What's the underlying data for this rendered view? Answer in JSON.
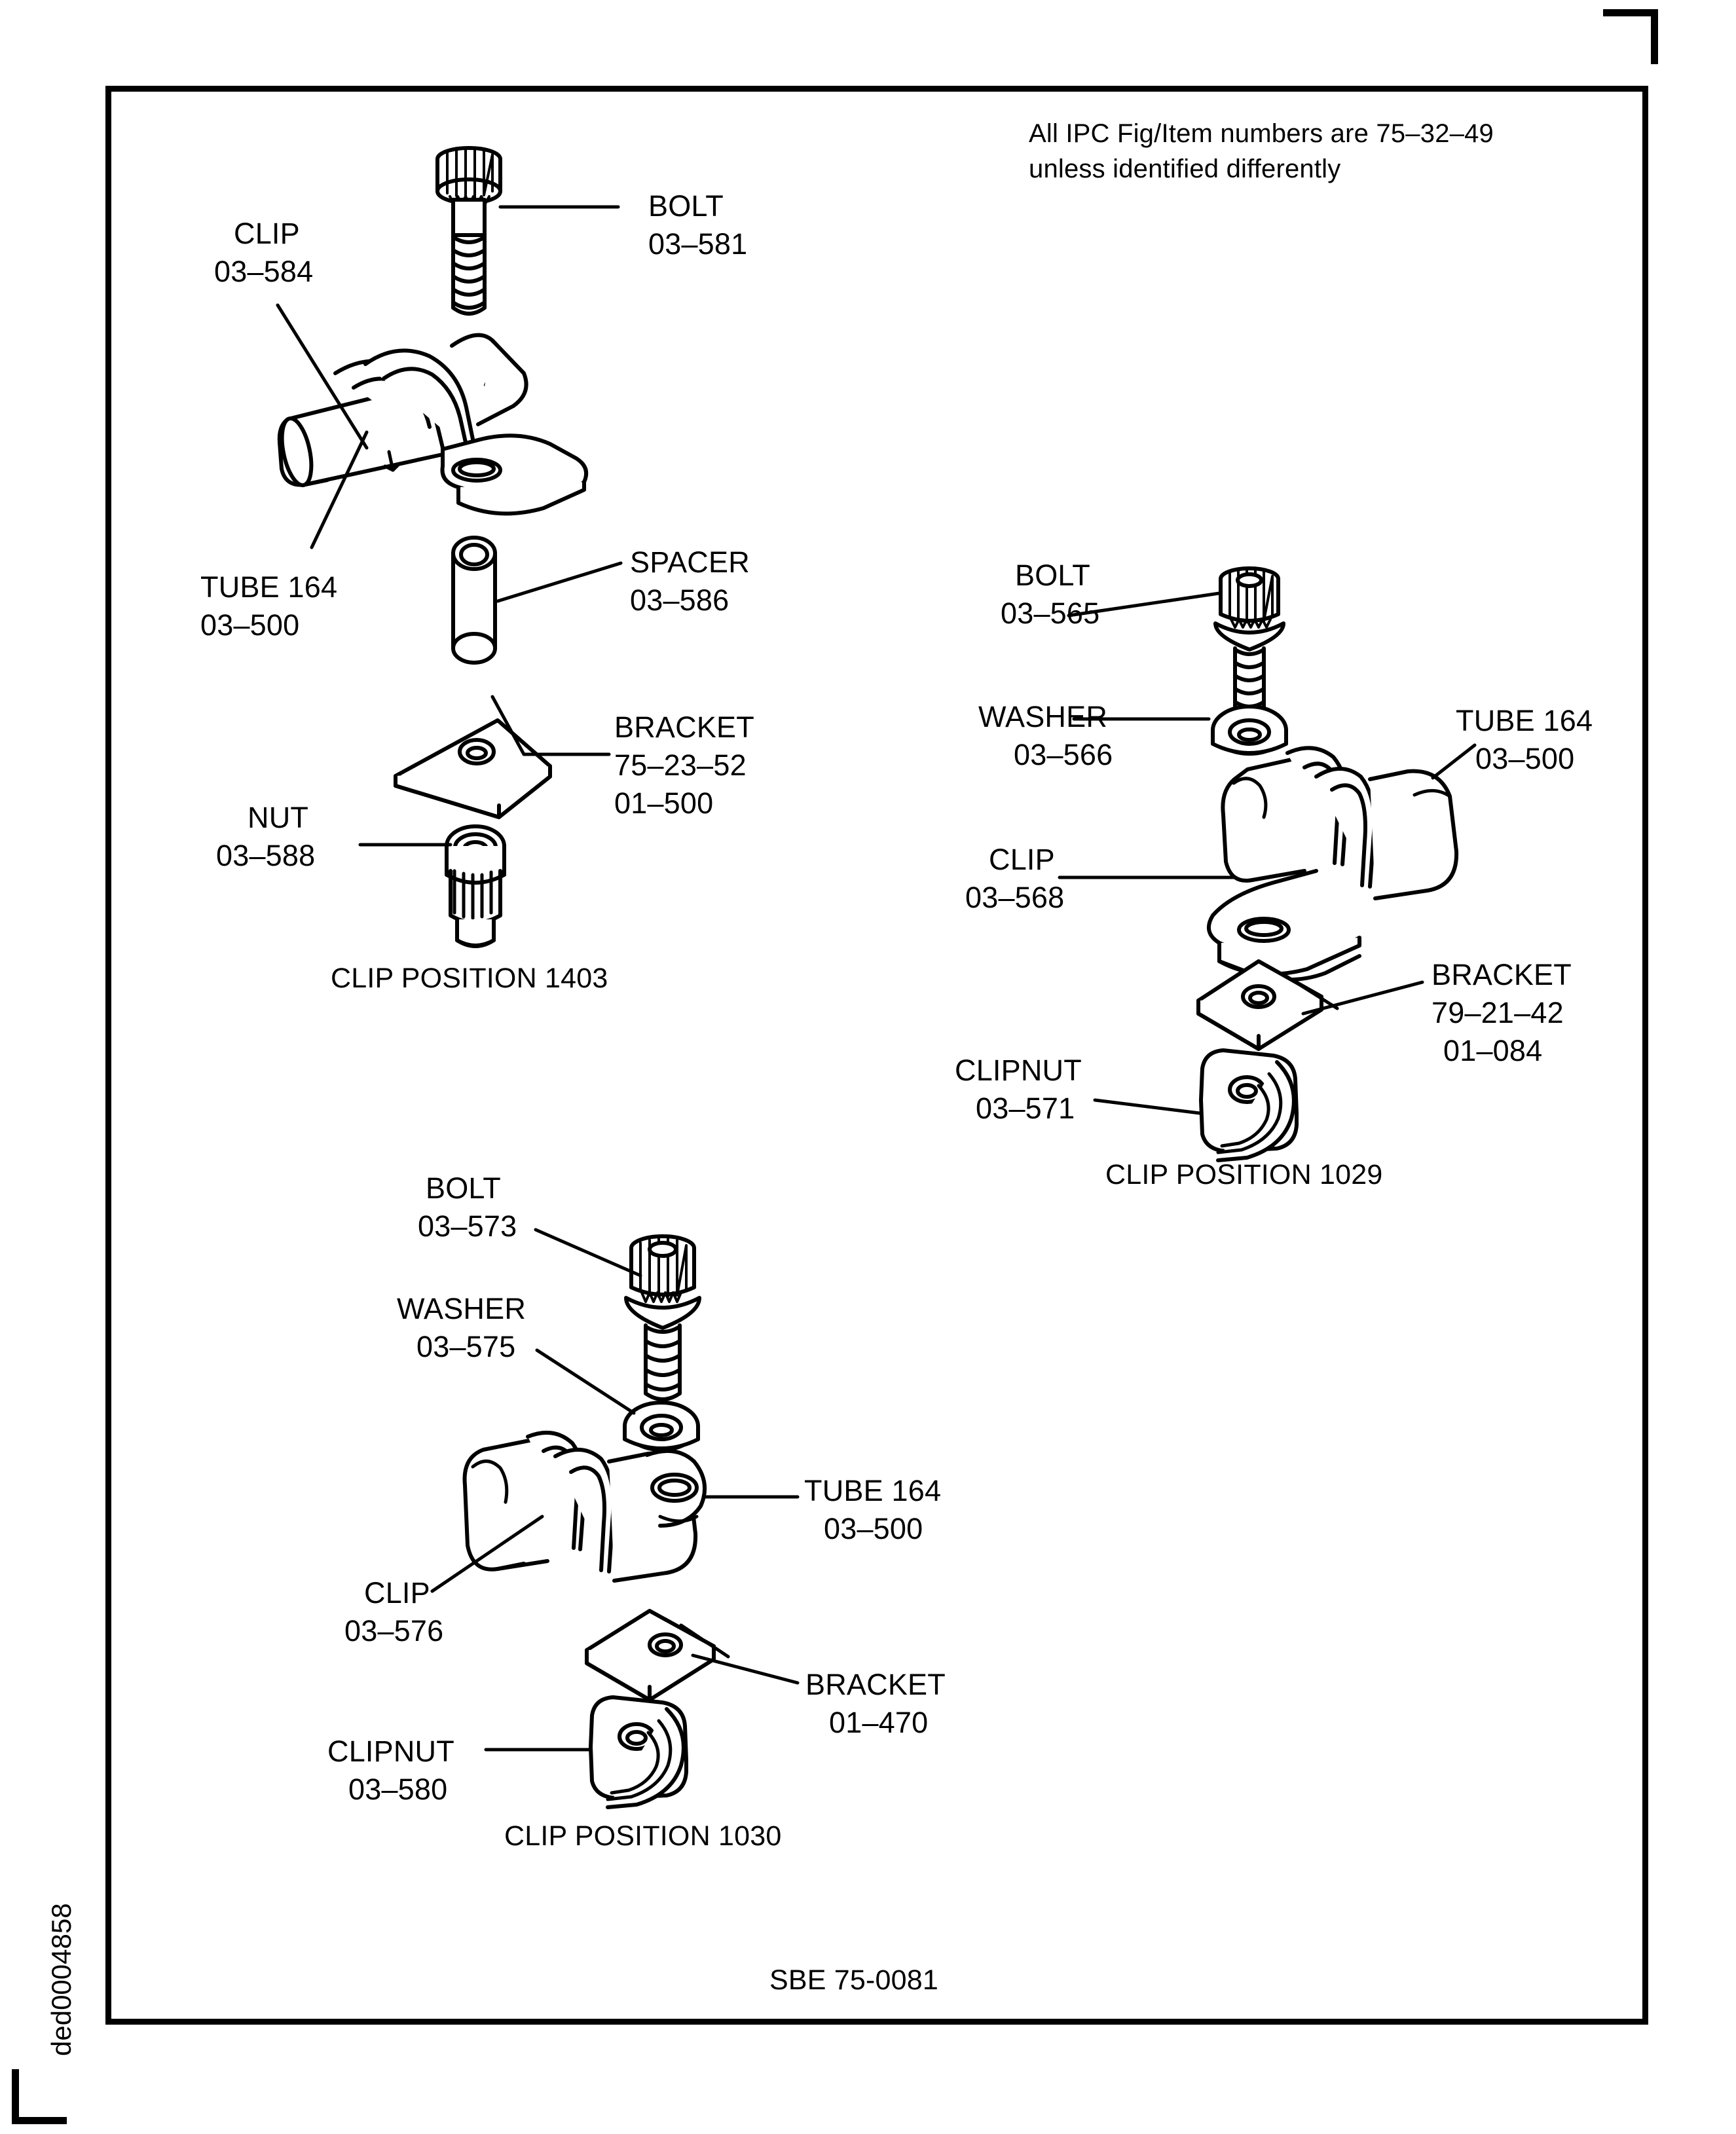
{
  "page": {
    "sheet_code": "ded0004858",
    "footer_code": "SBE 75-0081",
    "note_line1": "All IPC Fig/Item numbers are 75–32–49",
    "note_line2": "unless identified differently",
    "ink_color": "#000000",
    "paper_color": "#ffffff"
  },
  "assemblies": [
    {
      "id": "clip-position-1403",
      "caption": "CLIP POSITION 1403",
      "parts": [
        {
          "name": "BOLT",
          "line1": "BOLT",
          "line2": "03–581",
          "line3": ""
        },
        {
          "name": "CLIP",
          "line1": "CLIP",
          "line2": "03–584",
          "line3": ""
        },
        {
          "name": "TUBE",
          "line1": "TUBE 164",
          "line2": "03–500",
          "line3": ""
        },
        {
          "name": "SPACER",
          "line1": "SPACER",
          "line2": "03–586",
          "line3": ""
        },
        {
          "name": "BRACKET",
          "line1": "BRACKET",
          "line2": "75–23–52",
          "line3": "01–500"
        },
        {
          "name": "NUT",
          "line1": "NUT",
          "line2": "03–588",
          "line3": ""
        }
      ]
    },
    {
      "id": "clip-position-1029",
      "caption": "CLIP POSITION 1029",
      "parts": [
        {
          "name": "BOLT",
          "line1": "BOLT",
          "line2": "03–565",
          "line3": ""
        },
        {
          "name": "WASHER",
          "line1": "WASHER",
          "line2": "03–566",
          "line3": ""
        },
        {
          "name": "TUBE",
          "line1": "TUBE 164",
          "line2": "03–500",
          "line3": ""
        },
        {
          "name": "CLIP",
          "line1": "CLIP",
          "line2": "03–568",
          "line3": ""
        },
        {
          "name": "BRACKET",
          "line1": "BRACKET",
          "line2": "79–21–42",
          "line3": "01–084"
        },
        {
          "name": "CLIPNUT",
          "line1": "CLIPNUT",
          "line2": "03–571",
          "line3": ""
        }
      ]
    },
    {
      "id": "clip-position-1030",
      "caption": "CLIP POSITION 1030",
      "parts": [
        {
          "name": "BOLT",
          "line1": "BOLT",
          "line2": "03–573",
          "line3": ""
        },
        {
          "name": "WASHER",
          "line1": "WASHER",
          "line2": "03–575",
          "line3": ""
        },
        {
          "name": "TUBE",
          "line1": "TUBE 164",
          "line2": "03–500",
          "line3": ""
        },
        {
          "name": "CLIP",
          "line1": "CLIP",
          "line2": "03–576",
          "line3": ""
        },
        {
          "name": "BRACKET",
          "line1": "BRACKET",
          "line2": "01–470",
          "line3": ""
        },
        {
          "name": "CLIPNUT",
          "line1": "CLIPNUT",
          "line2": "03–580",
          "line3": ""
        }
      ]
    }
  ]
}
